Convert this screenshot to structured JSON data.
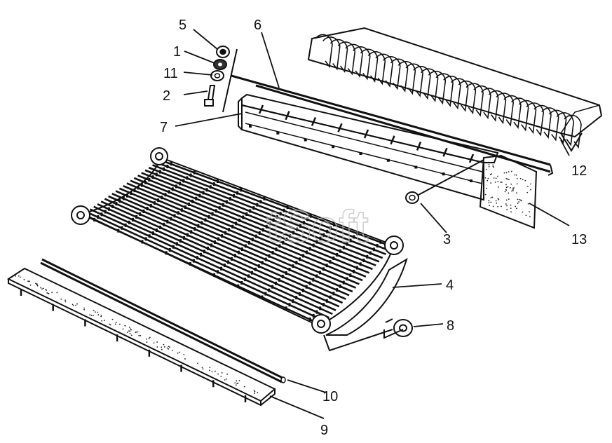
{
  "watermark": "tSoft",
  "callouts": {
    "c1": "1",
    "c2": "2",
    "c3": "3",
    "c4": "4",
    "c5": "5",
    "c6": "6",
    "c7": "7",
    "c8": "8",
    "c9": "9",
    "c10": "10",
    "c11": "11",
    "c12": "12",
    "c13": "13"
  },
  "colors": {
    "ink": "#111111",
    "paper": "#ffffff",
    "watermark": "#b8b8b8"
  }
}
